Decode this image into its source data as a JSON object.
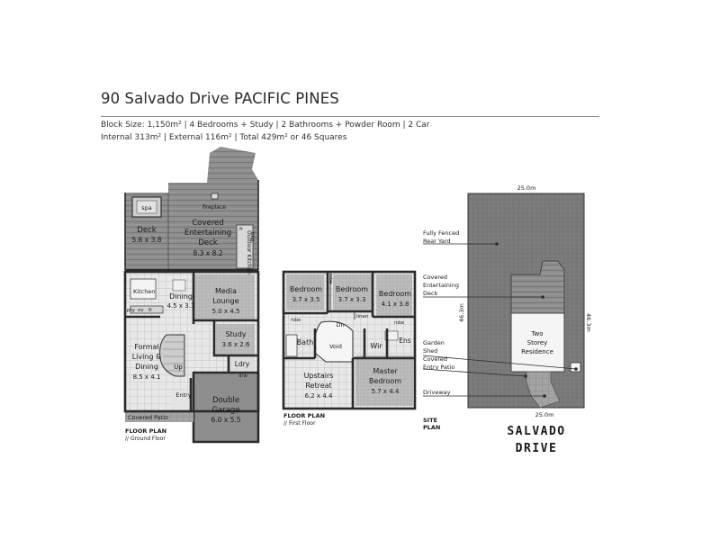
{
  "header": {
    "title": "90 Salvado Drive PACIFIC PINES",
    "spec_line_1": "Block Size: 1,150m²  |  4 Bedrooms + Study  |  2 Bathrooms + Powder Room  | 2 Car",
    "spec_line_2": "Internal 313m²  |  External 116m²  |  Total 429m² or 46 Squares"
  },
  "ground_floor": {
    "caption_1": "FLOOR PLAN",
    "caption_2": "// Ground Floor",
    "rooms": {
      "spa": "spa",
      "fireplace": "fireplace",
      "deck_name": "Deck",
      "deck_dim": "5.6 x 3.8",
      "covered_ent_1": "Covered",
      "covered_ent_2": "Entertaining",
      "covered_ent_3": "Deck",
      "covered_ent_dim": "8.3 x 8.2",
      "outdoor_kitchen": "Outdoor Kitchen",
      "bbq": "bbq",
      "fr_outdoor": "fr",
      "kitchen": "Kitchen",
      "dining_name": "Dining",
      "dining_dim": "4.5 x 3.3",
      "media_1": "Media",
      "media_2": "Lounge",
      "media_dim": "5.0 x 4.5",
      "pty": "pty",
      "ov": "ov",
      "fr_kitchen": "fr",
      "formal_1": "Formal",
      "formal_2": "Living &",
      "formal_3": "Dining",
      "formal_dim": "8.5 x 4.1",
      "study_name": "Study",
      "study_dim": "3.6 x 2.6",
      "laundry": "Ldry",
      "dw": "d/w",
      "up": "Up",
      "entry": "Entry",
      "garage_1": "Double",
      "garage_2": "Garage",
      "garage_dim": "6.0 x 5.5",
      "covered_patio": "Covered Patio"
    }
  },
  "first_floor": {
    "caption_1": "FLOOR PLAN",
    "caption_2": "// First Floor",
    "rooms": {
      "bed1_name": "Bedroom",
      "bed1_dim": "3.7 x 3.5",
      "bed2_name": "Bedroom",
      "bed2_dim": "3.7 x 3.3",
      "bed3_name": "Bedroom",
      "bed3_dim": "4.1 x 3.8",
      "robe_a": "robe",
      "robe_b": "robe",
      "robe_c": "robe",
      "linen": "linen",
      "dn": "Dn",
      "bath": "Bath",
      "void": "Void",
      "wir": "Wir",
      "ens": "Ens",
      "retreat_1": "Upstairs",
      "retreat_2": "Retreat",
      "retreat_dim": "6.2 x 4.4",
      "master_1": "Master",
      "master_2": "Bedroom",
      "master_dim": "5.7 x 4.4"
    }
  },
  "site_plan": {
    "caption_1": "SITE",
    "caption_2": "PLAN",
    "width_top": "25.0m",
    "width_bottom": "25.0m",
    "depth_left": "46.3m",
    "depth_right": "46.3m",
    "residence_1": "Two",
    "residence_2": "Storey",
    "residence_3": "Residence",
    "callouts": {
      "rear_yard_1": "Fully Fenced",
      "rear_yard_2": "Rear Yard",
      "deck_1": "Covered",
      "deck_2": "Entertaining",
      "deck_3": "Deck",
      "shed_1": "Garden",
      "shed_2": "Shed",
      "patio_1": "Covered",
      "patio_2": "Entry Patio",
      "driveway": "Driveway"
    },
    "street_1": "SALVADO",
    "street_2": "DRIVE"
  },
  "colors": {
    "wall": "#2a2a2a",
    "deck_timber": "#8a8a8a",
    "floor_light": "#e6e6e6",
    "garage": "#8c8c8c",
    "lawn": "#7b7b7b",
    "pavement": "#9a9a9a"
  }
}
